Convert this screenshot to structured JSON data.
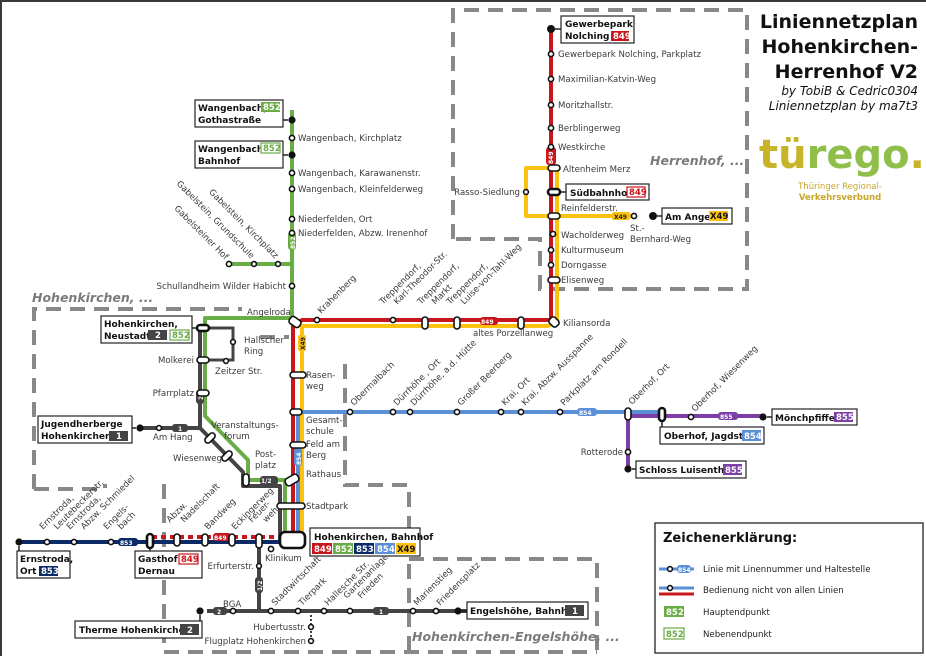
{
  "header": {
    "title_lines": [
      "Liniennetzplan",
      "Hohenkirchen-",
      "Herrenhof V2"
    ],
    "credits": [
      "by TobiB & Cedric0304",
      "Liniennetzplan by ma7t3"
    ]
  },
  "logo": {
    "part1": "tü",
    "part2": "rego",
    "dot": ".",
    "tagline1": "Thüringer Regional-",
    "tagline2": "Verkehrsverbund"
  },
  "colors": {
    "line_849": "#c8161d",
    "line_852": "#6aac46",
    "line_853": "#0c2a66",
    "line_854": "#5b8fd6",
    "line_855": "#7b3fa6",
    "line_X49": "#fdc10f",
    "line_1_2": "#444444",
    "logo_yellow": "#c8b428",
    "logo_green": "#8fbe4a"
  },
  "areas": {
    "herrenhof": "Herrenhof, ...",
    "hohenkirchen": "Hohenkirchen, ...",
    "engelshoehe": "Hohenkirchen-Engelshöhe, ..."
  },
  "lines": [
    {
      "id": "849",
      "name": "849",
      "color": "#c8161d"
    },
    {
      "id": "852",
      "name": "852",
      "color": "#6aac46"
    },
    {
      "id": "853",
      "name": "853",
      "color": "#0c2a66"
    },
    {
      "id": "854",
      "name": "854",
      "color": "#5b8fd6"
    },
    {
      "id": "855",
      "name": "855",
      "color": "#7b3fa6"
    },
    {
      "id": "X49",
      "name": "X49",
      "color": "#fdc10f"
    },
    {
      "id": "1",
      "name": "1",
      "color": "#444444"
    },
    {
      "id": "2",
      "name": "2",
      "color": "#444444"
    }
  ],
  "terminals": {
    "gewerbepark": {
      "l1": "Gewerbepark",
      "l2": "Nolching",
      "badge": "849"
    },
    "suedbahnhof": {
      "name": "Südbahnhof",
      "badge": "849"
    },
    "am_anger": {
      "name": "Am Anger",
      "badge": "X49"
    },
    "wangenbach_gotha": {
      "l1": "Wangenbach,",
      "l2": "Gothastraße",
      "badge": "852"
    },
    "wangenbach_bf": {
      "l1": "Wangenbach,",
      "l2": "Bahnhof",
      "badge": "852"
    },
    "neustadt": {
      "l1": "Hohenkirchen,",
      "l2": "Neustadt",
      "badge1": "2",
      "badge2": "852"
    },
    "jugendherberge": {
      "l1": "Jugendherberge",
      "l2": "Hohenkirchen",
      "badge": "1"
    },
    "moenchpfiffel": {
      "name": "Mönchpfiffel",
      "badge": "855"
    },
    "oberhof_jagd": {
      "name": "Oberhof, Jagdstr.",
      "badge": "854"
    },
    "schloss": {
      "name": "Schloss Luisenthal",
      "badge": "855"
    },
    "ernstroda": {
      "l1": "Ernstroda,",
      "l2": "Ort",
      "badge": "853"
    },
    "gasthof": {
      "l1": "Gasthof",
      "l2": "Dernau",
      "badge": "849"
    },
    "therme": {
      "name": "Therme Hohenkirchen",
      "badge": "2"
    },
    "engelshoehe_bf": {
      "name": "Engelshöhe, Bahnhof",
      "badge": "1"
    },
    "hbf": {
      "name": "Hohenkirchen, Bahnhof",
      "badges": [
        "849",
        "852",
        "853",
        "854",
        "X49"
      ]
    }
  },
  "stops": {
    "s849_north": [
      "Gewerbepark Nolching, Parkplatz",
      "Maximilian-Katvin-Weg",
      "Moritzhallstr.",
      "Berblingerweg",
      "Westkirche",
      "Altenheim Merz"
    ],
    "rasso": "Rasso-Siedlung",
    "reinfelder": "Reinfelderstr.",
    "st_bernhard": [
      "St.-",
      "Bernhard-Weg"
    ],
    "s849_south": [
      "Wacholderweg",
      "Kulturmuseum",
      "Dorngasse",
      "Elisenweg"
    ],
    "kiliansorda": "Kiliansorda",
    "porzellan": "altes Porzellanweg",
    "diag_upper": [
      "Krahenberg",
      "Treppendorf,|Karl-Theodor-Str.",
      "Treppendorf,|Markt",
      "Treppendorf,|Luise-von-Tahl-Weg"
    ],
    "s852_north": [
      "Wangenbach, Kirchplatz",
      "Wangenbach, Karawanenstr.",
      "Wangenbach, Kleinfelderweg",
      "Niederfelden, Ort",
      "Niederfelden, Abzw. Irenenhof"
    ],
    "gabelstein": [
      "Gabelsteiner Hof",
      "Gabelstein, Grundschule",
      "Gabelstein, Kirchplatz"
    ],
    "schullandheim": "Schullandheim Wilder Habicht",
    "angelroda": "Angelroda",
    "hallscher": [
      "Hallscher",
      "Ring"
    ],
    "molkerei": "Molkerei",
    "zeitzer": "Zeitzer Str.",
    "pfarrplatz": "Pfarrplatz",
    "am_hang": "Am Hang",
    "veranst": [
      "Veranstaltungs-",
      "forum"
    ],
    "wiesenweg": "Wiesenweg",
    "postplatz": [
      "Post-",
      "platz"
    ],
    "trunk": [
      [
        "Rasen-",
        "weg"
      ],
      [
        "Gesamt-",
        "schule"
      ],
      [
        "Feld am",
        "Berg"
      ],
      [
        "Rathaus"
      ],
      [
        "Stadtpark"
      ]
    ],
    "s854": [
      "Obermalbach",
      "Dürrhöhe , Ort",
      "Dürrhöhe, a.d. Hütte",
      "Großer Beerberg",
      "Krai, Ort",
      "Krai, Abzw. Ausspanne",
      "Parkplatz am Rondell",
      "Oberhof, Ort"
    ],
    "oberhof_wiesen": "Oberhof, Wiesenweg",
    "rotterode": "Rotterode",
    "s853": [
      "Ernstroda,|Leutebeckerstr.",
      "Ernstroda,|Abzw. Schmiedel",
      "Engels-|bach"
    ],
    "s849_west": [
      "Abzw.|Nadelschaft",
      "Bandweg",
      "Eckingerweg",
      "Feuer-|wehr"
    ],
    "klinikum": "Klinikum",
    "erfurter": "Erfurterstr.",
    "bga": "BGA",
    "s1_east": [
      "Stadtwirtschaft",
      "Tierpark",
      "Hallesche Str.",
      "Gartenanlage|Frieden",
      "Marienstieg",
      "Friedensplatz"
    ],
    "hubertus": "Hubertusstr.",
    "flugplatz": "Flugplatz Hohenkirchen"
  },
  "line_tags": {
    "t849": "849",
    "t852": "852",
    "t853": "853",
    "t854": "854",
    "t855": "855",
    "tX49": "X49",
    "t1": "1",
    "t2": "2",
    "t12": "1/2"
  },
  "legend": {
    "title": "Zeichenerklärung:",
    "items": [
      {
        "symbol": "line-with-stop",
        "badge": "854",
        "label": "Linie mit Linennummer und Haltestelle"
      },
      {
        "symbol": "partial-service",
        "label": "Bedienung nicht von allen Linien"
      },
      {
        "symbol": "main-terminal",
        "badge": "852",
        "label": "Hauptendpunkt"
      },
      {
        "symbol": "secondary-terminal",
        "badge": "852",
        "label": "Nebenendpunkt"
      }
    ]
  }
}
